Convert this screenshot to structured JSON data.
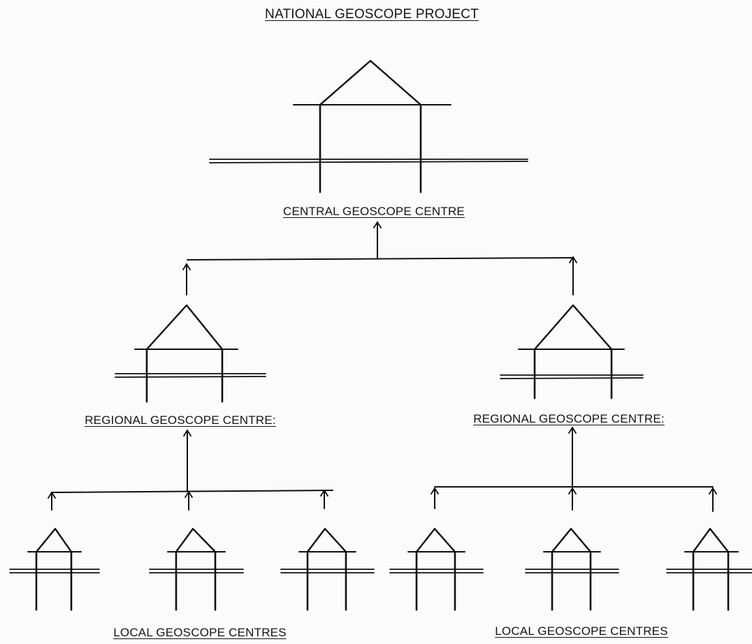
{
  "title": "NATIONAL GEOSCOPE PROJECT",
  "central": {
    "label": "CENTRAL GEOSCOPE CENTRE"
  },
  "regional": [
    {
      "label": "REGIONAL GEOSCOPE CENTRE:"
    },
    {
      "label": "REGIONAL GEOSCOPE CENTRE:"
    }
  ],
  "local_groups": [
    {
      "label": "LOCAL GEOSCOPE CENTRES"
    },
    {
      "label": "LOCAL GEOSCOPE CENTRES"
    }
  ],
  "ink_color": "#111111"
}
